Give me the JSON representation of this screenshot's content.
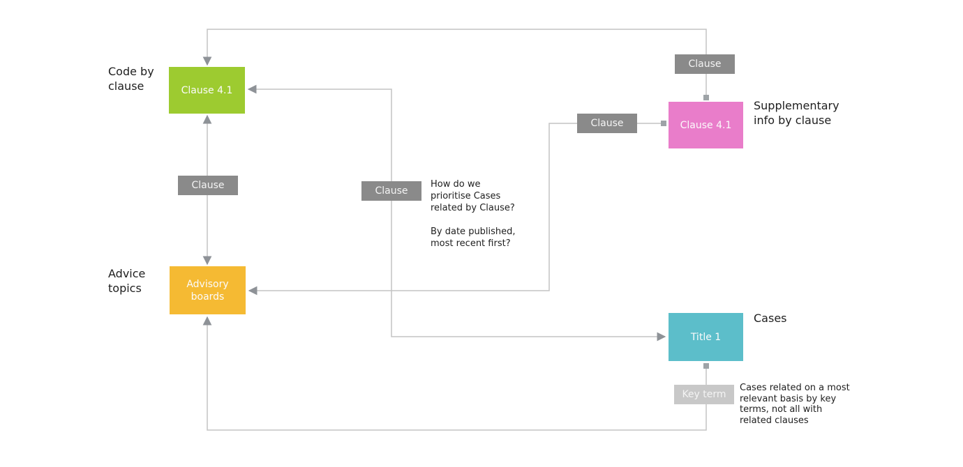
{
  "diagram": {
    "boxes": {
      "code_by_clause": {
        "label": "Clause 4.1",
        "color": "#9dcb30"
      },
      "supplementary": {
        "label": "Clause 4.1",
        "color": "#e97dca"
      },
      "advice_topics": {
        "label": "Advisory\nboards",
        "color": "#f5ba33"
      },
      "cases": {
        "label": "Title 1",
        "color": "#5cbeca"
      }
    },
    "edge_labels": {
      "clause_top": "Clause",
      "clause_right": "Clause",
      "clause_mid": "Clause",
      "clause_left": "Clause",
      "key_term": "Key term"
    },
    "side_labels": {
      "code_by_clause": "Code by\nclause",
      "advice_topics": "Advice\ntopics",
      "supplementary": "Supplementary\ninfo by clause",
      "cases": "Cases"
    },
    "annotations": {
      "prioritise": "How do we\nprioritise Cases\nrelated by Clause?\n\nBy date published,\nmost recent first?",
      "key_terms": "Cases related on a most\nrelevant basis by key\nterms, not all with\nrelated clauses"
    },
    "colors": {
      "line": "#c3c3c3",
      "arrow": "#8e9297",
      "square": "#9ea3a7",
      "chip_gray": "#8a8a8a",
      "chip_light": "#c8c8c8"
    }
  }
}
